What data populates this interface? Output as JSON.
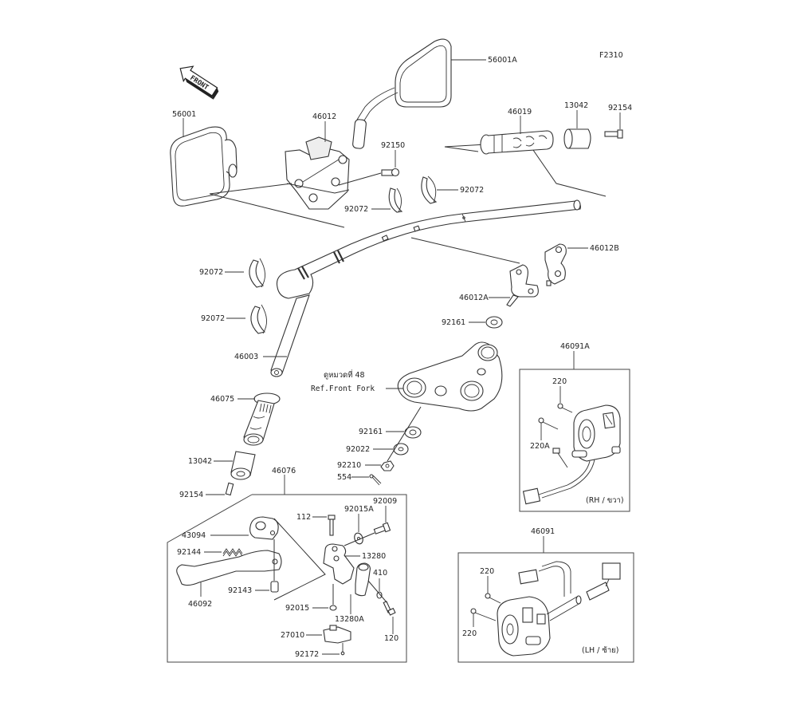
{
  "diagram": {
    "figure_code": "F2310",
    "front_arrow_label": "FRONT",
    "ref_note": {
      "thai": "ดูหมวดที่ 48",
      "english": "Ref.Front Fork"
    },
    "parts": {
      "mirror_left": "56001",
      "mirror_right": "56001A",
      "holder_46012": "46012",
      "bolt_92150": "92150",
      "clamp_92072_a": "92072",
      "clamp_92072_b": "92072",
      "clamp_92072_c": "92072",
      "clamp_92072_d": "92072",
      "grip_right": "46019",
      "weight_right": "13042",
      "screw_right": "92154",
      "holder_46012B": "46012B",
      "holder_46012A": "46012A",
      "washer_upper": "92161",
      "handle_pipe": "46003",
      "grip_left": "46075",
      "weight_left": "13042",
      "screw_left": "92154",
      "washer_lower": "92161",
      "washer_92022": "92022",
      "nut_92210": "92210",
      "cotter_pin": "554",
      "lever_assy": "46076",
      "bolt_112": "112",
      "washer_92015A": "92015A",
      "screw_92009": "92009",
      "adjuster_43094": "43094",
      "spring_92144": "92144",
      "holder_13280": "13280",
      "holder_13280A": "13280A",
      "washer_410": "410",
      "lever_46092": "46092",
      "collar_92143": "92143",
      "nut_92015": "92015",
      "bolt_120": "120",
      "switch_27010": "27010",
      "screw_92172": "92172"
    },
    "switch_rh": {
      "part": "46091A",
      "screw_a": "220",
      "screw_b": "220A",
      "side_label": "(RH / ขวา)"
    },
    "switch_lh": {
      "part": "46091",
      "screw_a": "220",
      "screw_b": "220",
      "side_label": "(LH / ซ้าย)"
    }
  }
}
